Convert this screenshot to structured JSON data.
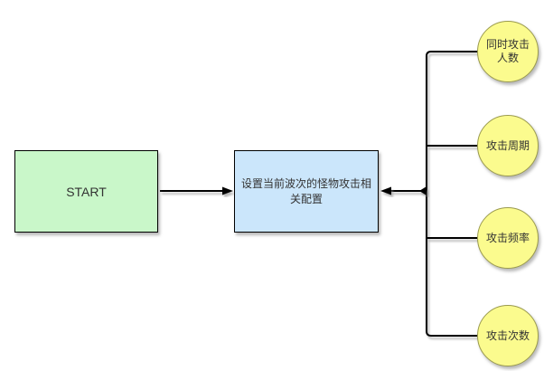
{
  "diagram": {
    "start_node": {
      "label": "START"
    },
    "config_node": {
      "label": "设置当前波次的怪物攻击相关配置"
    },
    "param_nodes": [
      {
        "label": "同时攻击人数"
      },
      {
        "label": "攻击周期"
      },
      {
        "label": "攻击频率"
      },
      {
        "label": "攻击次数"
      }
    ],
    "colors": {
      "background": "#ffffff",
      "start_fill": "#c9f7c9",
      "config_fill": "#cbe6fb",
      "param_fill": "#fbfb8e",
      "param_border": "#9a9a4e",
      "rect_border": "#000000",
      "connector": "#000000",
      "text": "#333333"
    }
  }
}
